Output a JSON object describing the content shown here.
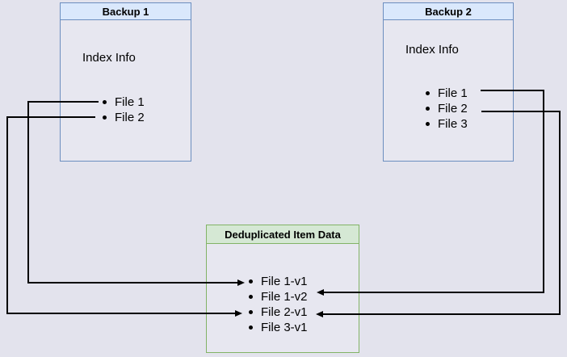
{
  "diagram": {
    "backup1": {
      "title": "Backup 1",
      "section_label": "Index Info",
      "files": [
        "File 1",
        "File 2"
      ]
    },
    "backup2": {
      "title": "Backup 2",
      "section_label": "Index Info",
      "files": [
        "File 1",
        "File 2",
        "File 3"
      ]
    },
    "dedup": {
      "title": "Deduplicated Item Data",
      "items": [
        "File 1-v1",
        "File 1-v2",
        "File 2-v1",
        "File 3-v1"
      ]
    },
    "edges": [
      {
        "from": "Backup 1 / File 1",
        "to": "Deduplicated Item Data / File 1-v1"
      },
      {
        "from": "Backup 1 / File 2",
        "to": "Deduplicated Item Data / File 2-v1"
      },
      {
        "from": "Backup 2 / File 1",
        "to": "Deduplicated Item Data / File 1-v2"
      },
      {
        "from": "Backup 2 / File 2",
        "to": "Deduplicated Item Data / File 2-v1"
      }
    ],
    "colors": {
      "background": "#e3e3ed",
      "node_fill": "#e7e7f0",
      "backup_header_fill": "#dae8fc",
      "backup_border": "#6c8ebf",
      "dedup_header_fill": "#d5e8d4",
      "dedup_border": "#82b366",
      "arrow": "#000000"
    }
  }
}
